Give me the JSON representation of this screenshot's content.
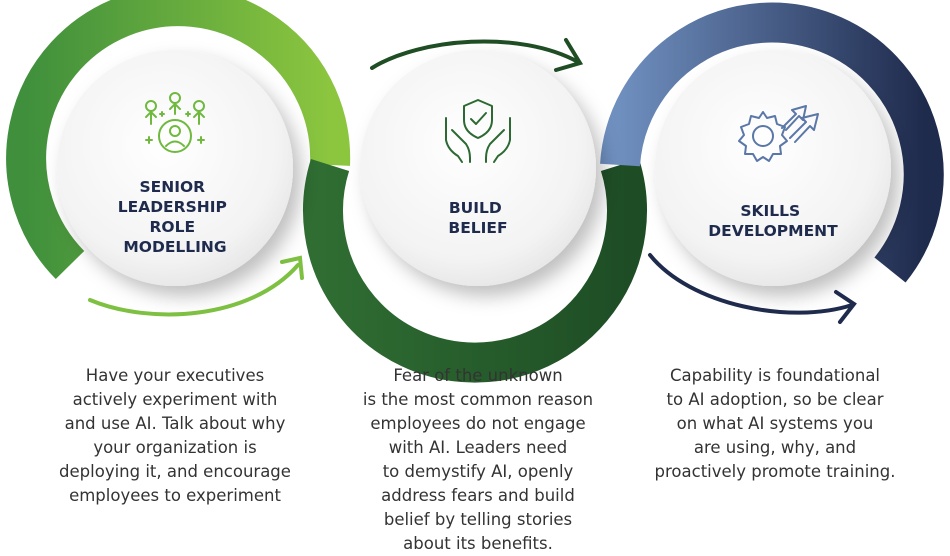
{
  "colors": {
    "green_dark": "#2d6a33",
    "green_light": "#8cc63f",
    "navy": "#1f2b4d",
    "blue_slate": "#5a77a8"
  },
  "stages": [
    {
      "icon": "leader-network-icon",
      "title_lines": [
        "SENIOR",
        "LEADERSHIP",
        "ROLE",
        "MODELLING"
      ],
      "description_lines": [
        "Have your executives",
        "actively experiment with",
        "and use AI. Talk about why",
        "your organization is",
        "deploying it, and encourage",
        "employees to experiment"
      ]
    },
    {
      "icon": "hands-shield-check-icon",
      "title_lines": [
        "BUILD",
        "BELIEF"
      ],
      "description_lines": [
        "Fear of the unknown",
        "is the most common reason",
        "employees do not engage",
        "with AI. Leaders need",
        "to demystify AI, openly",
        "address fears and build",
        "belief by telling stories",
        "about its benefits."
      ]
    },
    {
      "icon": "gear-growth-arrows-icon",
      "title_lines": [
        "SKILLS",
        "DEVELOPMENT"
      ],
      "description_lines": [
        "Capability is foundational",
        "to AI adoption, so be clear",
        "on what AI systems you",
        "are using, why, and",
        "proactively promote training."
      ]
    }
  ]
}
